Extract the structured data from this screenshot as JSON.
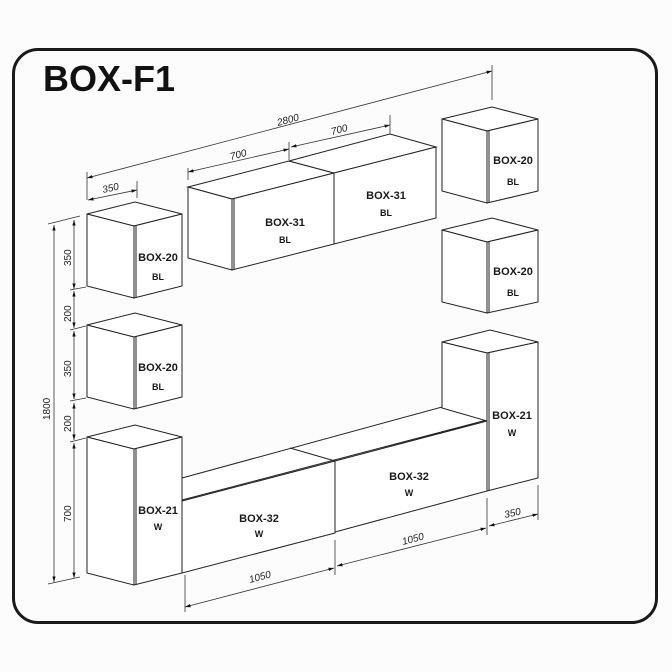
{
  "title": "BOX-F1",
  "modules": {
    "box20_top_left": {
      "name": "BOX-20",
      "finish": "BL"
    },
    "box20_mid_left": {
      "name": "BOX-20",
      "finish": "BL"
    },
    "box21_left": {
      "name": "BOX-21",
      "finish": "W"
    },
    "box31_a": {
      "name": "BOX-31",
      "finish": "BL"
    },
    "box31_b": {
      "name": "BOX-31",
      "finish": "BL"
    },
    "box20_top_right": {
      "name": "BOX-20",
      "finish": "BL"
    },
    "box20_mid_right": {
      "name": "BOX-20",
      "finish": "BL"
    },
    "box32_a": {
      "name": "BOX-32",
      "finish": "W"
    },
    "box32_b": {
      "name": "BOX-32",
      "finish": "W"
    },
    "box21_right": {
      "name": "BOX-21",
      "finish": "W"
    }
  },
  "dimensions": {
    "total_width": "2800",
    "box31_width_a": "700",
    "box31_width_b": "700",
    "box20_depth": "350",
    "total_height": "1800",
    "box20_height_top": "350",
    "gap_top": "200",
    "box20_height_mid": "350",
    "gap_mid": "200",
    "box21_height": "700",
    "box32_width_a": "1050",
    "box32_width_b": "1050",
    "box21_depth": "350"
  }
}
